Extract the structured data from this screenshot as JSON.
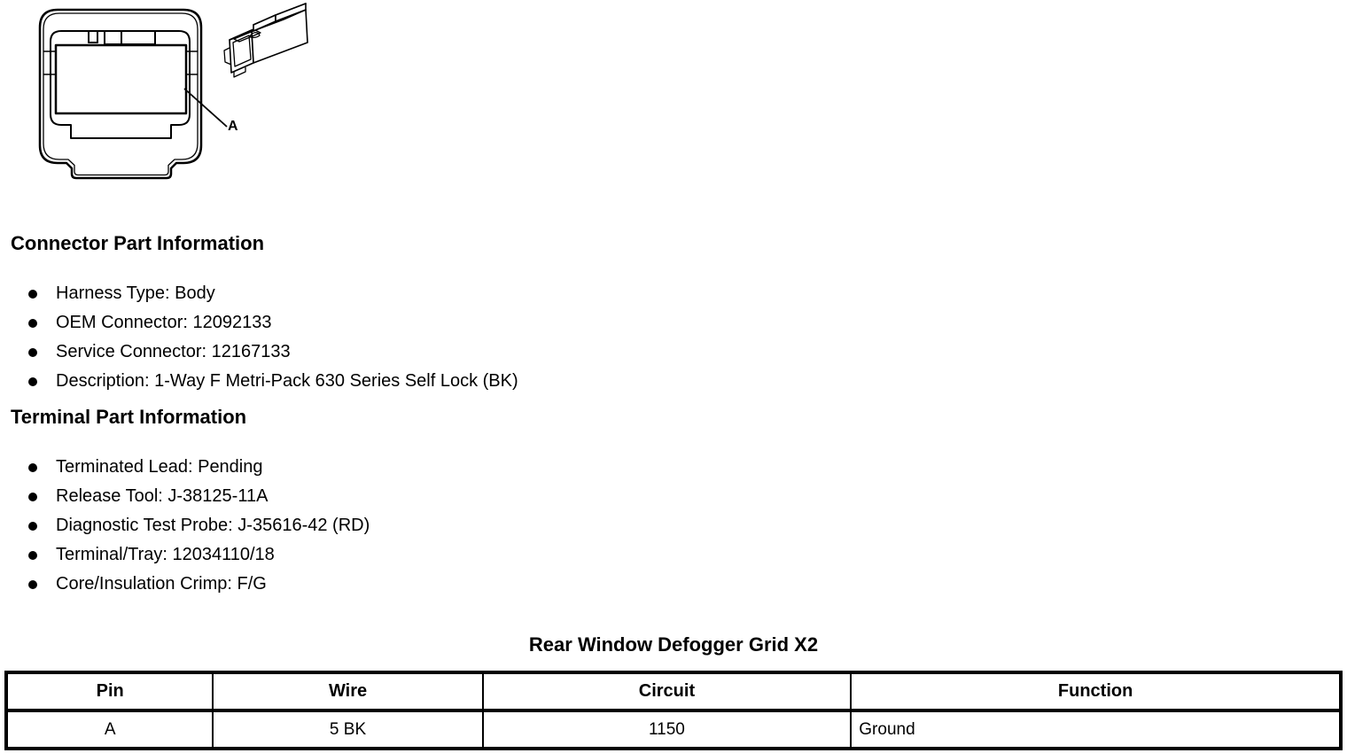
{
  "figure": {
    "callout_label": "A"
  },
  "sections": [
    {
      "heading": "Connector Part Information",
      "items": [
        "Harness Type: Body",
        "OEM Connector: 12092133",
        "Service Connector: 12167133",
        "Description: 1-Way F Metri-Pack 630 Series Self Lock (BK)"
      ]
    },
    {
      "heading": "Terminal Part Information",
      "items": [
        "Terminated Lead: Pending",
        "Release Tool: J-38125-11A",
        "Diagnostic Test Probe: J-35616-42 (RD)",
        "Terminal/Tray: 12034110/18",
        "Core/Insulation Crimp: F/G"
      ]
    }
  ],
  "table": {
    "title": "Rear Window Defogger Grid X2",
    "headers": [
      "Pin",
      "Wire",
      "Circuit",
      "Function"
    ],
    "rows": [
      [
        "A",
        "5 BK",
        "1150",
        "Ground"
      ]
    ]
  },
  "colors": {
    "ink": "#000000",
    "paper": "#ffffff"
  }
}
